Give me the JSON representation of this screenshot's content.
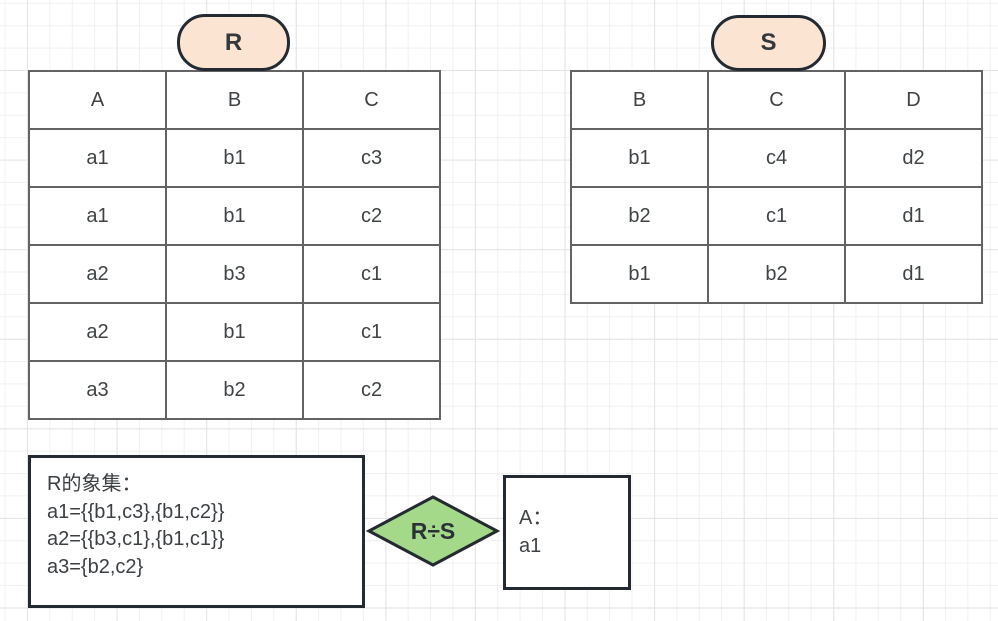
{
  "relation_r": {
    "label": "R",
    "headers": [
      "A",
      "B",
      "C"
    ],
    "rows": [
      [
        "a1",
        "b1",
        "c3"
      ],
      [
        "a1",
        "b1",
        "c2"
      ],
      [
        "a2",
        "b3",
        "c1"
      ],
      [
        "a2",
        "b1",
        "c1"
      ],
      [
        "a3",
        "b2",
        "c2"
      ]
    ]
  },
  "relation_s": {
    "label": "S",
    "headers": [
      "B",
      "C",
      "D"
    ],
    "rows": [
      [
        "b1",
        "c4",
        "d2"
      ],
      [
        "b2",
        "c1",
        "d1"
      ],
      [
        "b1",
        "b2",
        "d1"
      ]
    ]
  },
  "note": {
    "lines": [
      "R的象集：",
      "a1={{b1,c3},{b1,c2}}",
      "a2={{b3,c1},{b1,c1}}",
      "a3={b2,c2}"
    ]
  },
  "operator": {
    "label": "R÷S"
  },
  "result": {
    "lines": [
      "A：",
      "a1"
    ]
  },
  "colors": {
    "label_fill": "#fbe5d2",
    "diamond_fill": "#a4d98a",
    "shape_border": "#232a31",
    "table_border": "#636363",
    "grid_minor": "#f1f1f1",
    "grid_major": "#e4e4e4"
  }
}
